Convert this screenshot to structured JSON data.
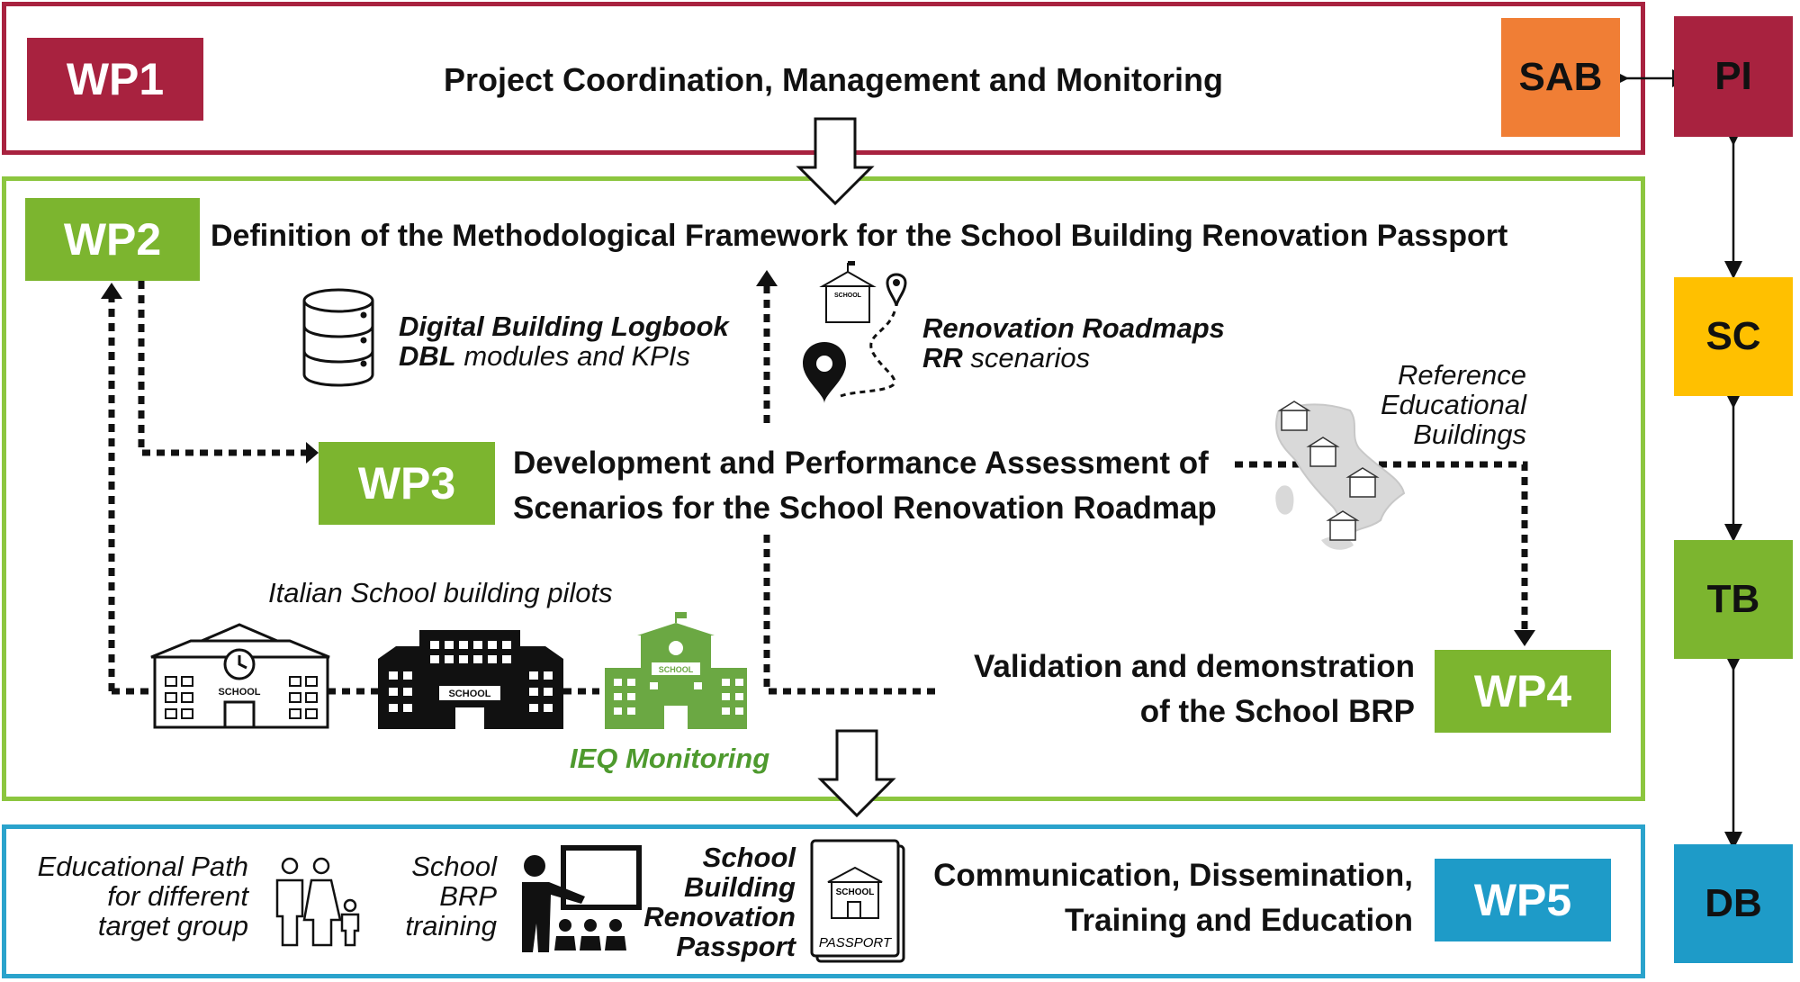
{
  "wp1": {
    "label": "WP1",
    "title": "Project Coordination, Management and Monitoring",
    "sab": "SAB"
  },
  "wp2": {
    "label": "WP2",
    "title": "Definition of the Methodological Framework for the School Building Renovation Passport"
  },
  "dbl": {
    "line1": "Digital Building Logbook",
    "line2_bold": "DBL",
    "line2_rest": " modules and KPIs"
  },
  "rr": {
    "line1": "Renovation Roadmaps",
    "line2_bold": "RR",
    "line2_rest": " scenarios"
  },
  "reference": {
    "line1": "Reference",
    "line2": "Educational",
    "line3": "Buildings"
  },
  "wp3": {
    "label": "WP3",
    "title_line1": "Development and Performance Assessment of",
    "title_line2": "Scenarios for the School Renovation Roadmap"
  },
  "pilots": {
    "caption": "Italian School building pilots",
    "ieq": "IEQ Monitoring",
    "school_sign": "SCHOOL"
  },
  "wp4": {
    "label": "WP4",
    "title_line1": "Validation and demonstration",
    "title_line2": "of the School BRP"
  },
  "wp5": {
    "label": "WP5",
    "title_line1": "Communication, Dissemination,",
    "title_line2": "Training and Education",
    "edu_line1": "Educational Path",
    "edu_line2": "for different",
    "edu_line3": "target group",
    "brp_line1": "School",
    "brp_line2": "BRP",
    "brp_line3": "training",
    "pass_line1": "School",
    "pass_line2": "Building",
    "pass_line3": "Renovation",
    "pass_line4": "Passport",
    "passport_word": "PASSPORT"
  },
  "governance": [
    "PI",
    "SC",
    "TB",
    "DB"
  ],
  "colors": {
    "wp1": "#A8223F",
    "sab": "#F07E35",
    "wp_green": "#7CB52F",
    "wp5": "#1E9BC8",
    "sc": "#FFC000",
    "tb": "#7CB52F",
    "db": "#1E9BC8",
    "pi": "#A8223F"
  }
}
